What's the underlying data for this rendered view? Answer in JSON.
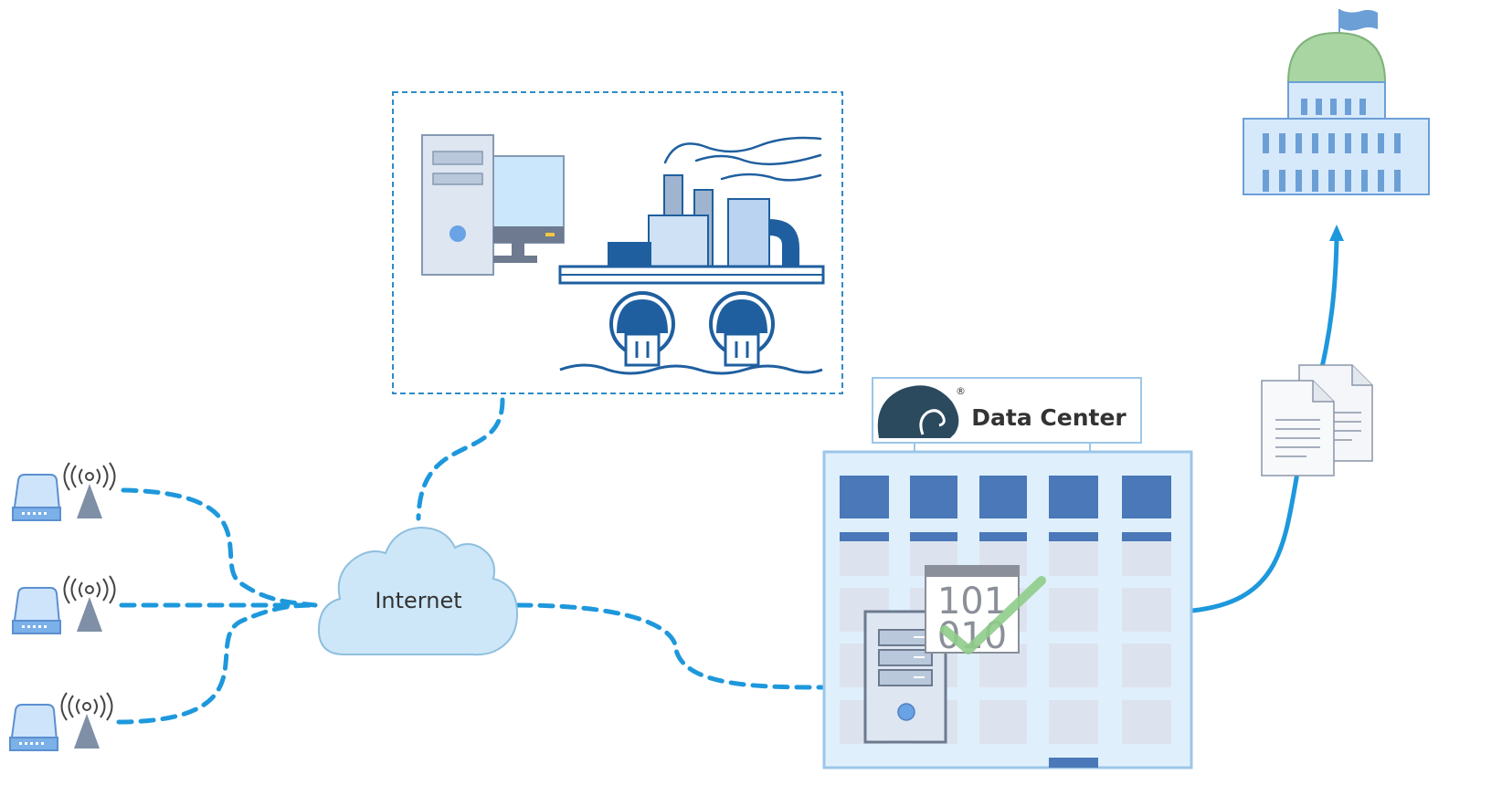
{
  "diagram": {
    "cloud_label": "Internet",
    "datacenter_label": "Data Center",
    "registered_mark": "®",
    "data_digits_top": "101",
    "data_digits_bottom": "010"
  },
  "colors": {
    "link_blue": "#1e98dc",
    "dashed_box": "#2e8bc9",
    "cloud_fill": "#cde7f8",
    "cloud_stroke": "#8fbfdf",
    "window_dark": "#4a78b8",
    "window_light": "#dde3ee",
    "building_fill": "#dff0fc",
    "building_stroke": "#9cc6e8",
    "logo_dark": "#2c4a5e",
    "check_green": "#8fcc8a",
    "dome_green": "#a8d5a2",
    "gov_fill": "#d6e9fb",
    "gov_stroke": "#6c9fd6",
    "sensor_fill": "#cde4fb",
    "antenna_gray": "#7f8fa6"
  },
  "icons": [
    "sensor-device-icon",
    "antenna-signal-icon",
    "cloud-icon",
    "desktop-computer-icon",
    "factory-icon",
    "water-pump-icon",
    "data-center-building-icon",
    "server-icon",
    "binary-check-icon",
    "documents-icon",
    "government-building-icon"
  ]
}
